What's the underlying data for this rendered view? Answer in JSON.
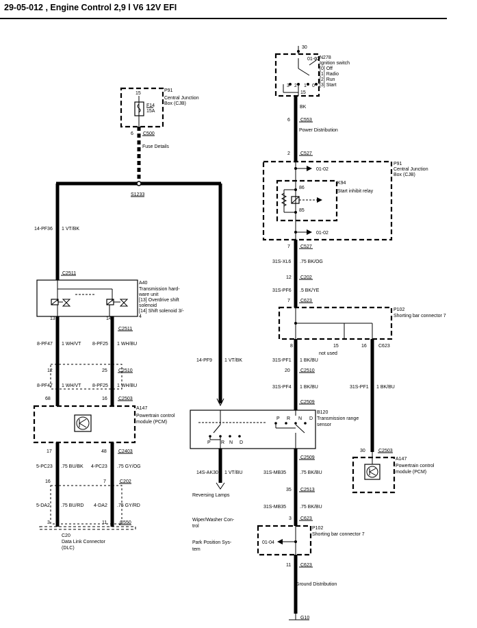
{
  "header": {
    "title": "29-05-012 , Engine Control 2,9 l V6 12V EFI"
  },
  "components": {
    "n278": {
      "pin_top": "30",
      "id": "N278",
      "pin_ref": "01-02",
      "name": "Ignition switch",
      "pos0": "[0] Off",
      "pos1": "[1] Radio",
      "pos2": "[2] Run",
      "pos3": "[3] Start",
      "c3": "3",
      "c2": "2",
      "c1": "1",
      "c0": "0",
      "c15": "15"
    },
    "p91_left": {
      "pin": "15",
      "id": "P91",
      "name1": "Central Junction",
      "name2": "Box (CJB)",
      "fuse": "F14",
      "rating": "15A"
    },
    "p91_right": {
      "id": "P91",
      "name1": "Central Junction",
      "name2": "Box (CJB)",
      "ref_top": "01-02",
      "ref_bottom": "01-02"
    },
    "k94": {
      "id": "K94",
      "name": "Start inhibit relay",
      "pin86": "86",
      "pin85": "85"
    },
    "p102_top": {
      "id": "P102",
      "name": "Shorting bar connector 7",
      "p8": "8",
      "p15": "15",
      "p16": "16",
      "not_used": "not used"
    },
    "a40": {
      "id": "A40",
      "l1": "Transmission hard-",
      "l2": "ware unit",
      "l3": "[13] Overdrive shift",
      "l4": "solenoid",
      "l5": "[14] Shift solenoid 3/-",
      "l6": "4",
      "p13": "13",
      "p14": "14"
    },
    "a147_left": {
      "id": "A147",
      "l1": "Powertrain control",
      "l2": "module (PCM)"
    },
    "a147_right": {
      "id": "A147",
      "l1": "Powertrain control",
      "l2": "module (PCM)",
      "pin": "30"
    },
    "b120": {
      "id": "B120",
      "l1": "Transmission range",
      "l2": "sensor",
      "p": "P",
      "r": "R",
      "n": "N",
      "d": "D",
      "p2": "P",
      "r2": "R",
      "n2": "N",
      "d2": "D"
    },
    "c20": {
      "id": "C20",
      "l1": "Data Link Connector",
      "l2": "(DLC)"
    },
    "p102_bottom": {
      "id": "P102",
      "name": "Shorting bar connector 7",
      "ref": "01-04",
      "p3": "3",
      "p11": "11"
    },
    "g10": {
      "id": "G10"
    }
  },
  "labels": {
    "fuse_details": "Fuse Details",
    "s1233": "S1233",
    "w14pf36": "14-PF36",
    "w14pf36c": "1 VT/BK",
    "c2511": "C2511",
    "c2511b": "C2511",
    "pin6a": "6",
    "c500": "C500",
    "power_dist": "Power Distribution",
    "bk": "BK",
    "pin6b": "6",
    "c553": "C553",
    "pin2": "2",
    "c527a": "C527",
    "pin7a": "7",
    "c527b": "C527",
    "w31sxl6": "31S-XL6",
    "w31sxl6c": ".75 BK/OG",
    "pin12": "12",
    "c202a": "C202",
    "w31spf6": "31S-PF6",
    "w31spf6c": ".5 BK/YE",
    "pin7b": "7",
    "c623a": "C623",
    "c623b": "C623",
    "w8pf47": "8-PF47",
    "w8pf47c": "1 WH/VT",
    "w8pf25": "8-PF25",
    "w8pf25c": "1 WH/BU",
    "pin12b": "12",
    "pin25": "25",
    "c2510": "C2510",
    "w8pf47b": "8-PF47",
    "w8pf47bc": "1 WH/VT",
    "w8pf25b": "8-PF25",
    "w8pf25bc": "1 WH/BU",
    "pin68": "68",
    "pin16": "16",
    "c2503a": "C2503",
    "w14pf9": "14-PF9",
    "w14pf9c": "1 VT/BK",
    "w31spf1a": "31S-PF1",
    "w31spf1ac": "1 BK/BU",
    "pin20": "20",
    "c2510b": "C2510",
    "w31spf4": "31S-PF4",
    "w31spf4c": "1 BK/BU",
    "c2509": "C2509",
    "w31spf1b": "31S-PF1",
    "w31spf1bc": "1 BK/BU",
    "c2503b": "C2503",
    "pin17": "17",
    "pin48": "48",
    "c2403": "C2403",
    "w5pc23": "5-PC23",
    "w5pc23c": ".75 BU/BK",
    "w4pc23": "4-PC23",
    "w4pc23c": ".75 GY/OG",
    "pin16b": "16",
    "pin7c": "7",
    "c202b": "C202",
    "w5da2": "5-DA2",
    "w5da2c": ".75 BU/RD",
    "w4da2": "4-DA2",
    "w4da2c": ".75 GY/RD",
    "pin3": "3",
    "pin11": "11",
    "c550": "C550",
    "w14sak30": "14S-AK30",
    "w14sak30c": "1 VT/BU",
    "c2509b": "C2509",
    "w31smb35": "31S-MB35",
    "w31smb35c": ".75 BK/BU",
    "pin35": "35",
    "c2513": "C2513",
    "w31smb35b": "31S-MB35",
    "w31smb35bc": ".75 BK/BU",
    "pin3b": "3",
    "c623c": "C623",
    "pin11b": "11",
    "c623d": "C623",
    "reversing": "Reversing Lamps",
    "wiper1": "Wiper/Washer Con-",
    "wiper2": "trol",
    "park1": "Park Position Sys-",
    "park2": "tem",
    "ground_dist": "Ground Distribution"
  }
}
